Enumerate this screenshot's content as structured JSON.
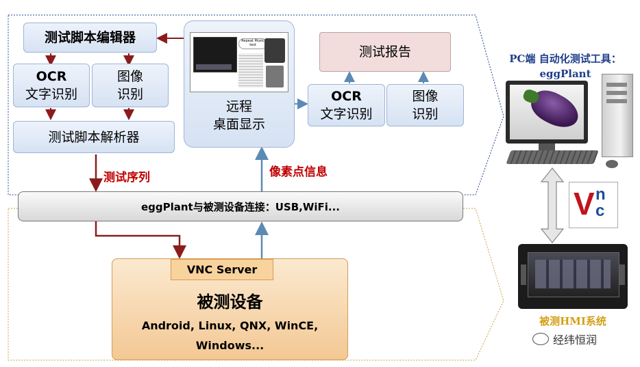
{
  "boxes": {
    "script_editor": "测试脚本编辑器",
    "ocr_left_1": "OCR",
    "ocr_left_2": "文字识别",
    "img_left_1": "图像",
    "img_left_2": "识别",
    "script_parser": "测试脚本解析器",
    "remote_1": "远程",
    "remote_2": "桌面显示",
    "test_report": "测试报告",
    "ocr_right_1": "OCR",
    "ocr_right_2": "文字识别",
    "img_right_1": "图像",
    "img_right_2": "识别"
  },
  "arrow_labels": {
    "test_sequence": "测试序列",
    "pixel_info": "像素点信息"
  },
  "connection_bar": "eggPlant与被测设备连接：USB,WiFi...",
  "device": {
    "vnc_server": "VNC Server",
    "title": "被测设备",
    "os_line1": "Android, Linux, QNX, WinCE,",
    "os_line2": "Windows..."
  },
  "pc_label": {
    "line1": "PC端 自动化测试工具：",
    "line2": "eggPlant"
  },
  "hmi_label": "被测HMI系统",
  "watermark": "经纬恒润",
  "screen_texts": {
    "bubble": "Repeat Music test"
  },
  "colors": {
    "dark_red": "#8b1c1c",
    "arrow_blue": "#5b8ab5",
    "title_blue": "#1f3f8c",
    "gold": "#d4a017"
  }
}
